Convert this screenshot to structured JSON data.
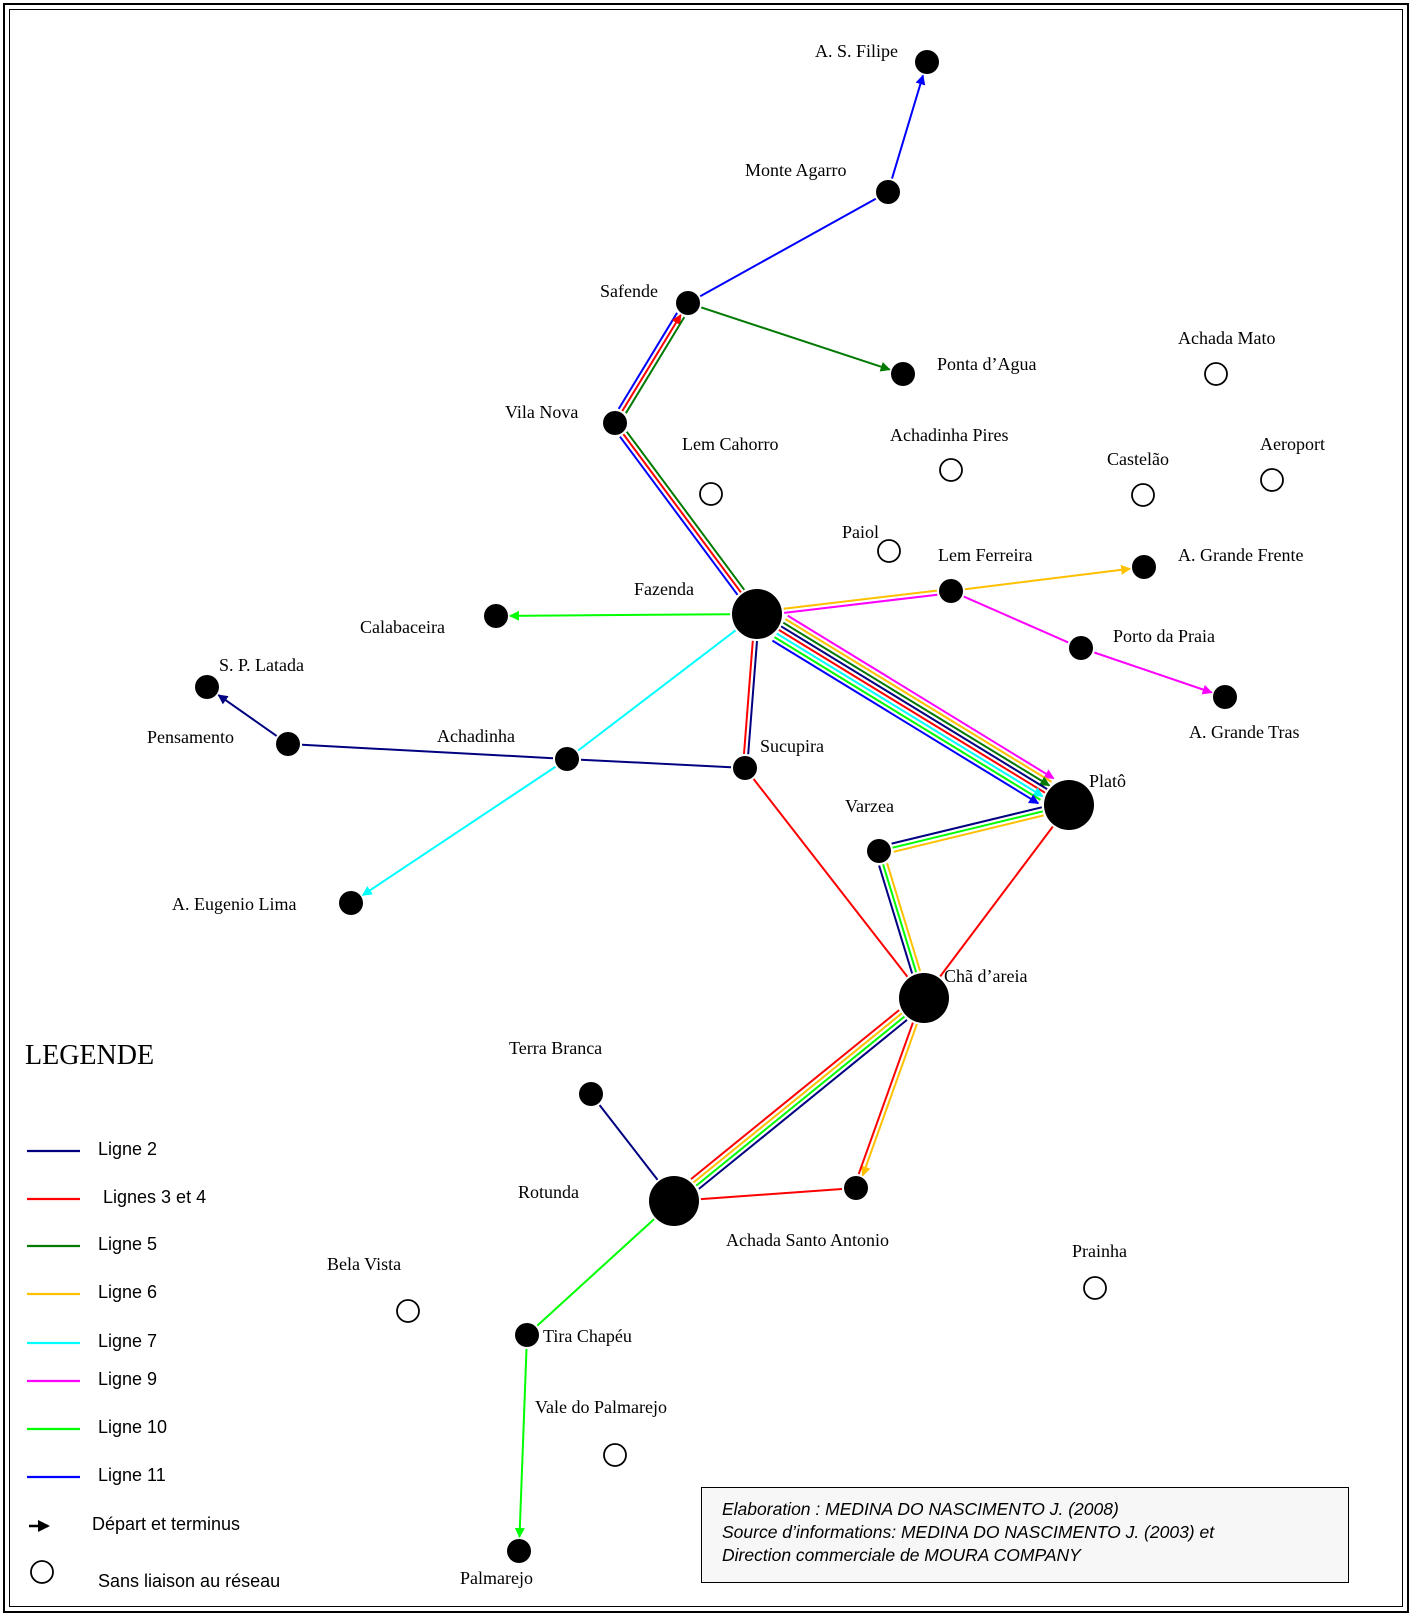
{
  "colors": {
    "ligne2": "#000080",
    "lignes3et4": "#ff0000",
    "ligne5": "#007a00",
    "ligne6": "#ffc000",
    "ligne7": "#00ffff",
    "ligne9": "#ff00ff",
    "ligne10": "#00ff00",
    "ligne11": "#0000ff"
  },
  "stops": {
    "as_filipe": "A. S. Filipe",
    "monte_agarro": "Monte Agarro",
    "safende": "Safende",
    "ponta_dagua": "Ponta d’Agua",
    "achada_mato": "Achada Mato",
    "vila_nova": "Vila Nova",
    "lem_cahorro": "Lem Cahorro",
    "achadinha_pires": "Achadinha Pires",
    "castelao": "Castelão",
    "aeroport": "Aeroport",
    "paiol": "Paiol",
    "lem_ferreira": "Lem Ferreira",
    "a_grande_frente": "A. Grande Frente",
    "fazenda": "Fazenda",
    "calabaceira": "Calabaceira",
    "porto_da_praia": "Porto da Praia",
    "sp_latada": "S. P. Latada",
    "a_grande_tras": "A. Grande Tras",
    "pensamento": "Pensamento",
    "achadinha": "Achadinha",
    "sucupira": "Sucupira",
    "plato": "Platô",
    "varzea": "Varzea",
    "a_eugenio_lima": "A. Eugenio Lima",
    "cha_dareia": "Chã d’areia",
    "terra_branca": "Terra Branca",
    "rotunda": "Rotunda",
    "achada_santo_antonio": "Achada Santo Antonio",
    "prainha": "Prainha",
    "bela_vista": "Bela Vista",
    "tira_chapeu": "Tira Chapéu",
    "vale_do_palmarejo": "Vale do Palmarejo",
    "palmarejo": "Palmarejo"
  },
  "legend": {
    "title": "LEGENDE",
    "items": [
      {
        "label": "Ligne 2",
        "color": "#000080"
      },
      {
        "label": "Lignes 3 et 4",
        "color": "#ff0000"
      },
      {
        "label": "Ligne 5",
        "color": "#007a00"
      },
      {
        "label": "Ligne 6",
        "color": "#ffc000"
      },
      {
        "label": "Ligne 7",
        "color": "#00ffff"
      },
      {
        "label": "Ligne 9",
        "color": "#ff00ff"
      },
      {
        "label": "Ligne 10",
        "color": "#00ff00"
      },
      {
        "label": "Ligne 11",
        "color": "#0000ff"
      }
    ],
    "arrow_label": "Départ et terminus",
    "circle_label": "Sans liaison au réseau"
  },
  "credits": {
    "line1": "Elaboration : MEDINA DO NASCIMENTO J. (2008)",
    "line2": "Source d’informations: MEDINA DO NASCIMENTO J. (2003) et",
    "line3": "Direction commerciale de MOURA COMPANY"
  }
}
